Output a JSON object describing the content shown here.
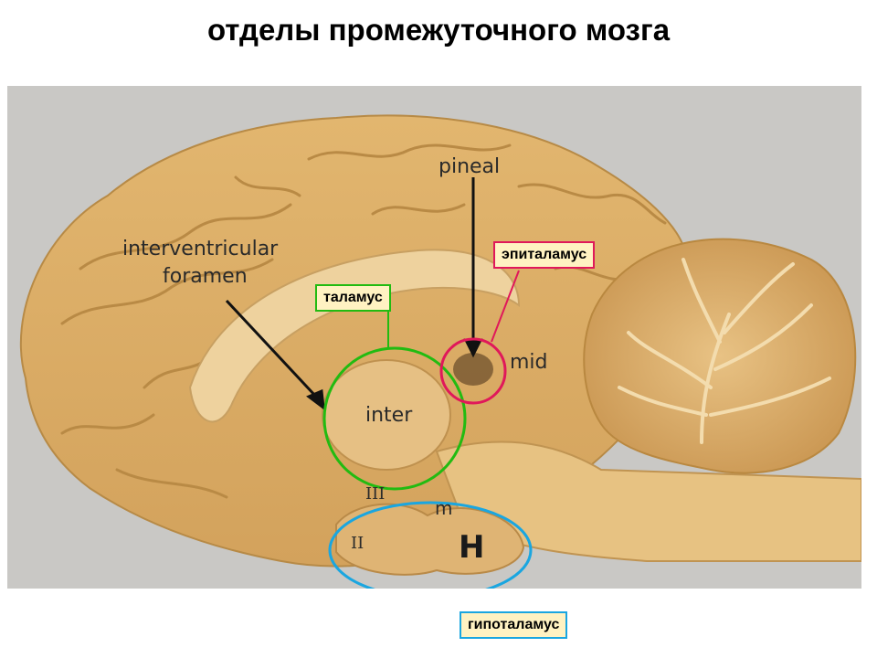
{
  "title": "отделы промежуточного мозга",
  "labels": {
    "pineal": "pineal",
    "interventricular": "interventricular",
    "foramen": "foramen",
    "inter": "inter",
    "mid": "mid",
    "iii": "III",
    "ii": "II",
    "m": "m",
    "h": "H"
  },
  "regions": [
    {
      "name": "талaмус",
      "label": "таламус",
      "color": "#22bb11"
    },
    {
      "name": "epithalamus",
      "label": "эпиталамус",
      "color": "#e0185a"
    },
    {
      "name": "hypothalamus",
      "label": "гипоталамус",
      "color": "#1aa6e0"
    }
  ],
  "colors": {
    "background_photo": "#c9c8c5",
    "tissue": "#dcae6a",
    "tag_fill": "#fff2c2"
  }
}
